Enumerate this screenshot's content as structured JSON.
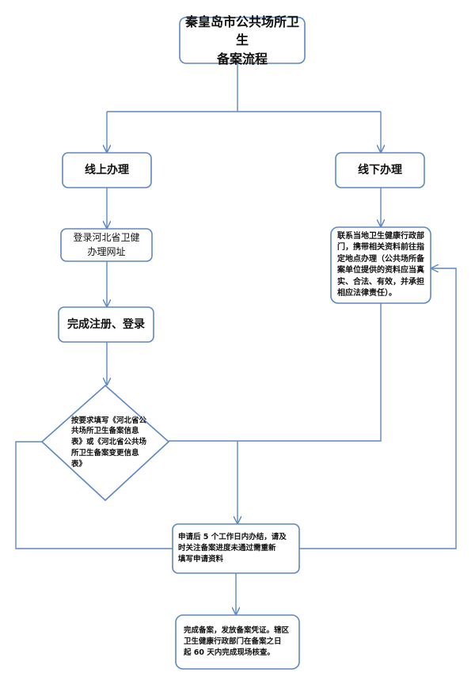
{
  "nodes": {
    "title": "秦皇岛市公共场所卫生\n备案流程",
    "online": "线上办理",
    "offline": "线下办理",
    "login_site": "登录河北省卫健\n办理网址",
    "register": "完成注册、登录",
    "offline_detail": "联系当地卫生健康行政部\n门，携带相关资料前往指\n定地点办理（公共场所备\n案单位提供的资料应当真\n实、合法、有效，并承担\n相应法律责任）。",
    "fill_form": "按要求填写《河北省公\n共场所卫生备案信息\n表》或《河北省公共场\n所卫生备案变更信息\n表》",
    "review": "申请后 5 个工作日内办结，请及\n时关注备案进度未通过需重新\n填写申请资料",
    "complete": "完成备案，发放备案凭证。辖区\n卫生健康行政部门在备案之日\n起 60 天内完成现场核查。"
  },
  "colors": {
    "stroke": "#5b87c5",
    "text": "#111111",
    "background": "#ffffff"
  }
}
